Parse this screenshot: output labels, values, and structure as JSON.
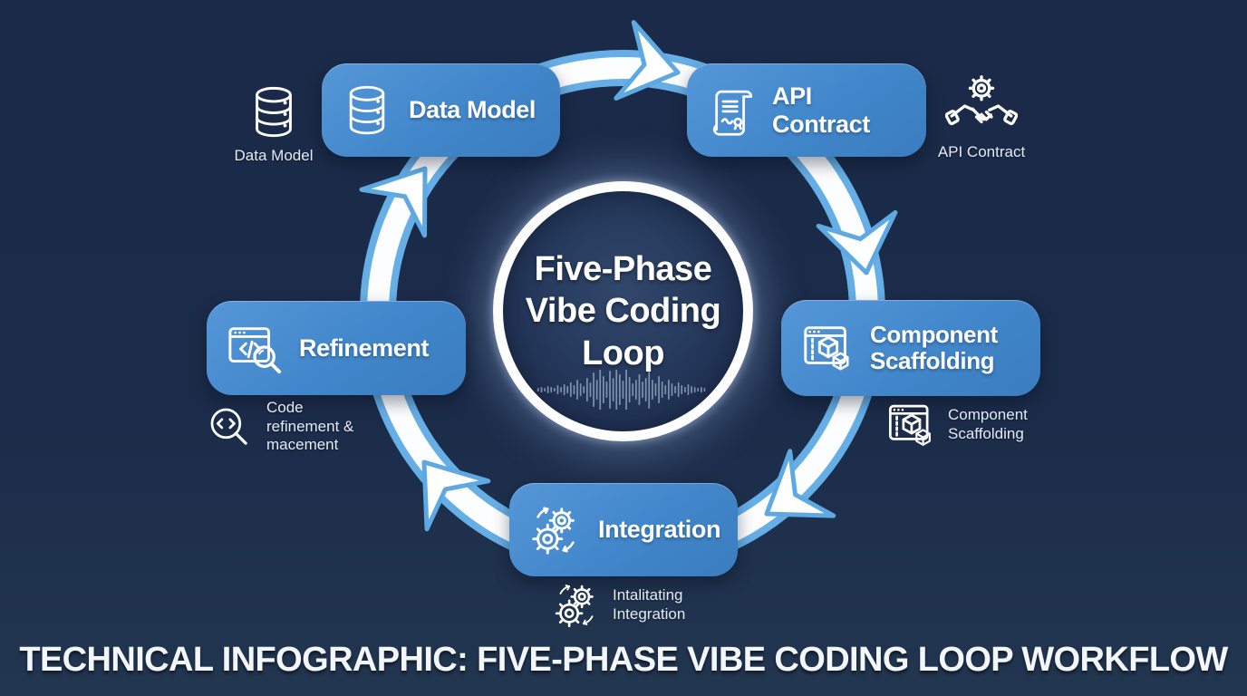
{
  "title_bar": {
    "bottom_title": "TECHNICAL INFOGRAPHIC: FIVE-PHASE VIBE CODING LOOP WORKFLOW"
  },
  "center": {
    "title_lines": [
      "Five-Phase",
      "Vibe Coding",
      "Loop"
    ],
    "decoration_icon": "audio-waveform-icon"
  },
  "phases": [
    {
      "label": "Data Model",
      "icon": "database-icon"
    },
    {
      "label": "API Contract",
      "icon": "contract-scroll-icon"
    },
    {
      "label": "Component Scaffolding",
      "icon": "window-components-icon"
    },
    {
      "label": "Integration",
      "icon": "gears-sync-icon"
    },
    {
      "label": "Refinement",
      "icon": "code-review-magnifier-icon"
    }
  ],
  "annotations": [
    {
      "label": "Data Model",
      "icon": "database-icon"
    },
    {
      "label": "API Contract",
      "icon": "handshake-gear-icon"
    },
    {
      "label": "Component Scaffolding",
      "icon": "window-components-icon"
    },
    {
      "label": "Intalitating Integration",
      "icon": "gears-sync-icon"
    },
    {
      "label": "Code refinement & macement",
      "icon": "code-magnifier-icon"
    }
  ],
  "colors": {
    "background": "#1a2a48",
    "phase_box_blue": "#4287cb",
    "arrow_fill": "#ffffff",
    "arrow_border": "#66aee6",
    "hub_ring": "#fdfdfd",
    "annotation_text": "#e4ebf4"
  }
}
